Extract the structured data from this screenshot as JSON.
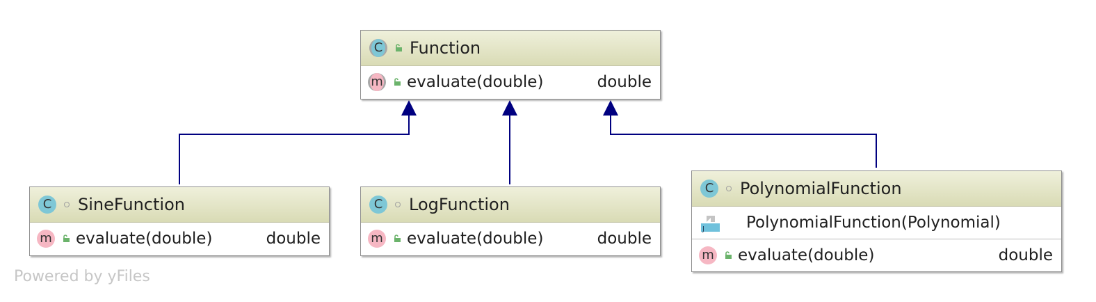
{
  "nodes": {
    "function": {
      "name": "Function",
      "kind_icon": "C",
      "members": [
        {
          "name": "evaluate(double)",
          "type": "double",
          "icon": "m"
        }
      ]
    },
    "sine": {
      "name": "SineFunction",
      "kind_icon": "C",
      "members": [
        {
          "name": "evaluate(double)",
          "type": "double",
          "icon": "m"
        }
      ]
    },
    "log": {
      "name": "LogFunction",
      "kind_icon": "C",
      "members": [
        {
          "name": "evaluate(double)",
          "type": "double",
          "icon": "m"
        }
      ]
    },
    "polynomial": {
      "name": "PolynomialFunction",
      "kind_icon": "C",
      "constructors": [
        {
          "name": "PolynomialFunction(Polynomial)"
        }
      ],
      "members": [
        {
          "name": "evaluate(double)",
          "type": "double",
          "icon": "m"
        }
      ]
    }
  },
  "edges": [
    {
      "from": "SineFunction",
      "to": "Function",
      "kind": "inheritance"
    },
    {
      "from": "LogFunction",
      "to": "Function",
      "kind": "inheritance"
    },
    {
      "from": "PolynomialFunction",
      "to": "Function",
      "kind": "inheritance"
    }
  ],
  "colors": {
    "edge": "#000080",
    "header_top": "#eff0db",
    "header_bottom": "#d9dbb5",
    "class_badge": "#7ec7d6",
    "method_badge": "#f6b7c3",
    "public_lock": "#6bb36b"
  },
  "watermark": "Powered by yFiles"
}
